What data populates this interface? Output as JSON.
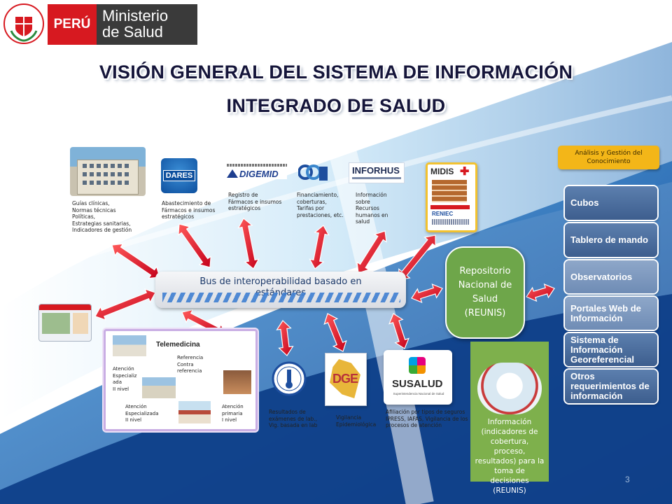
{
  "header": {
    "country": "PERÚ",
    "ministry_line1": "Ministerio",
    "ministry_line2": "de Salud",
    "colors": {
      "red": "#d71920",
      "dark": "#3a3a3a"
    }
  },
  "title": {
    "line1": "VISIÓN GENERAL DEL SISTEMA DE INFORMACIÓN",
    "line2": "INTEGRADO DE SALUD"
  },
  "sources_top": [
    {
      "label": "Guías clínicas,\nNormas técnicas\nPolíticas,\nEstrategias sanitarias,\nIndicadores de gestión"
    },
    {
      "logo": "DARES",
      "label": "Abastecimiento de\nFármacos e insumos\nestratégicos"
    },
    {
      "logo": "DIGEMID",
      "label": "Registro de\nFármacos e insumos\nestratégicos"
    },
    {
      "label": "Financiamiento,\ncoberturas,\nTarifas por\nprestaciones, etc."
    },
    {
      "logo": "INFORHUS",
      "label": "Información\nsobre\nRecursos\nhumanos en\nsalud"
    },
    {
      "logo1": "MIDIS",
      "logo2": "RENIEC"
    }
  ],
  "bus": {
    "label": "Bus de interoperabilidad basado en estándares"
  },
  "repository": {
    "label": "Repositorio Nacional de Salud (REUNIS)",
    "color": "#6ea64a"
  },
  "telemedicina": {
    "title": "Telemedicina",
    "items": [
      {
        "label": "Atención\nEspecializ\nada\nII nivel"
      },
      {
        "label": "Referencia\nContra\nreferencia"
      },
      {
        "label": "Atención\nEspecializada\nII nivel"
      },
      {
        "label": "Atención\nprimaria\nI nivel"
      }
    ]
  },
  "sources_bottom": [
    {
      "label": "Resultados de\nexámenes de lab.,\nVig. basada en lab"
    },
    {
      "logo": "DGE",
      "label": "Vigilancia\nEpidemiológica"
    },
    {
      "logo": "SUSALUD",
      "logo_sub": "Superintendencia Nacional de Salud",
      "label": "Afiliación por tipos de seguros\nIPRESS, IAFAS, Vigilancia de los\nprocesos de atención"
    }
  ],
  "info_panel": {
    "label": "Información (indicadores de cobertura, proceso, resultados) para la toma de decisiones (REUNIS)",
    "color": "#7eb04c"
  },
  "sidebar": {
    "header": "Análisis y Gestión del Conocimiento",
    "header_color": "#f3b618",
    "items": [
      {
        "label": "Cubos"
      },
      {
        "label": "Tablero de mando"
      },
      {
        "label": "Observatorios"
      },
      {
        "label": "Portales Web de Información"
      },
      {
        "label": "Sistema de Información Georeferencial"
      },
      {
        "label": "Otros requerimientos de información"
      }
    ]
  },
  "page_number": "3"
}
